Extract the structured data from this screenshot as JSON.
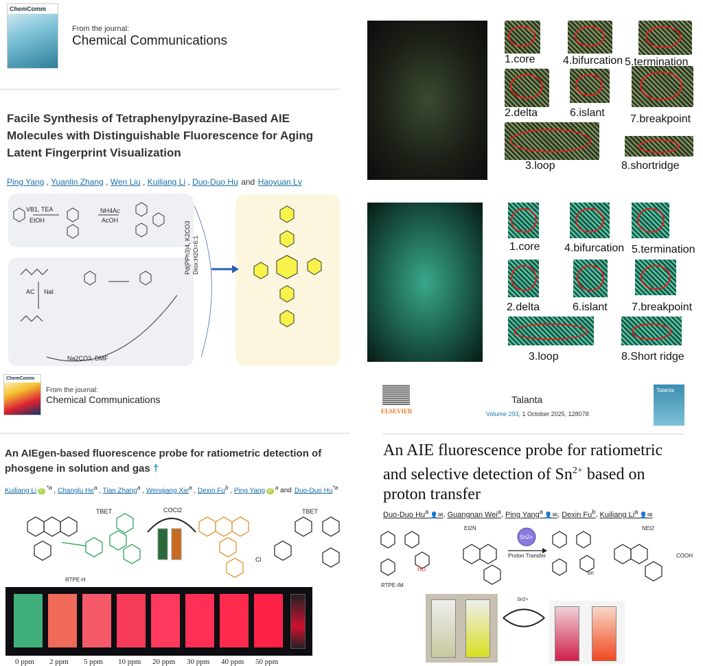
{
  "article1": {
    "journal_label": "From the journal:",
    "journal_name": "Chemical Communications",
    "cover_text": "ChemComm",
    "title": "Facile Synthesis of Tetraphenylpyrazine-Based AIE Molecules with Distinguishable Fluorescence for Aging Latent Fingerprint Visualization",
    "authors": [
      "Ping Yang",
      "Yuanlin Zhang",
      "Wen Liu",
      "Kuiliang Li",
      "Duo-Duo Hu",
      "Haoyuan Lv"
    ],
    "and": "and",
    "scheme": {
      "r1": "VB1, TEA",
      "r2": "EtOH",
      "r3": "NH4Ac",
      "r4": "AcOH",
      "r5": "NaI",
      "r6": "AC",
      "r7": "Na2CO3, DMF",
      "r8": "Pd(PPh3)4, K2CO3",
      "r9": "Diox:H2O=6:1"
    }
  },
  "fingerprints": {
    "set1": [
      "1.core",
      "4.bifurcation",
      "5.termination",
      "2.delta",
      "6.islant",
      "7.breakpoint",
      "3.loop",
      "8.shortridge"
    ],
    "set2": [
      "1.core",
      "4.bifurcation",
      "5.termination",
      "2.delta",
      "6.islant",
      "7.breakpoint",
      "3.loop",
      "8.Short ridge"
    ]
  },
  "article2": {
    "journal_label": "From the journal:",
    "journal_name": "Chemical Communications",
    "cover_text": "ChemComm",
    "title": "An AIEgen-based fluorescence probe for ratiometric detection of phosgene in solution and gas",
    "dagger": "†",
    "authors": [
      {
        "name": "Kuiliang Li",
        "sup": "*a"
      },
      {
        "name": "Changlu He",
        "sup": "a"
      },
      {
        "name": "Tian Zhang",
        "sup": "a"
      },
      {
        "name": "Wenqiang Xie",
        "sup": "a"
      },
      {
        "name": "Dexin Fu",
        "sup": "b"
      },
      {
        "name": "Ping Yang",
        "sup": "a"
      },
      {
        "name": "Duo-Duo Hu",
        "sup": "*a"
      }
    ],
    "and": "and",
    "scheme": {
      "tbet1": "TBET",
      "tbet2": "TBET",
      "reagent": "COCl2",
      "compound": "RTPE-H",
      "cl": "Cl"
    },
    "ppm_labels": [
      "0 ppm",
      "2 ppm",
      "5 ppm",
      "10 ppm",
      "20 ppm",
      "30 ppm",
      "40 ppm",
      "50 ppm"
    ],
    "swatch_colors": [
      "#3fae7a",
      "#f06a5a",
      "#f65a6a",
      "#f53a5a",
      "#ff3a5e",
      "#ff2f55",
      "#ff2a4e",
      "#ff2248"
    ]
  },
  "article3": {
    "publisher": "ELSEVIER",
    "journal": "Talanta",
    "volume_link": "Volume 293",
    "citation": ", 1 October 2025, 128078",
    "cover_text": "Talanta",
    "title_a": "An AIE fluorescence probe for ratiometric and selective detection of Sn",
    "title_sup": "2+",
    "title_b": " based on proton transfer",
    "authors": [
      {
        "name": "Duo-Duo Hu",
        "sup": "a"
      },
      {
        "name": "Guangnan Wei",
        "sup": "a"
      },
      {
        "name": "Ping Yang",
        "sup": "a"
      },
      {
        "name": "Dexin Fu",
        "sup": "b"
      },
      {
        "name": "Kuiliang Li",
        "sup": "a"
      }
    ],
    "scheme": {
      "compound": "RTPE-IM",
      "ion": "Sn2+",
      "arrow": "Proton Transfer",
      "net2": "NEt2",
      "et2n": "Et2N",
      "cooh": "COOH",
      "sn": "Sn",
      "ho": "HO",
      "ion2": "Sn2+"
    }
  }
}
